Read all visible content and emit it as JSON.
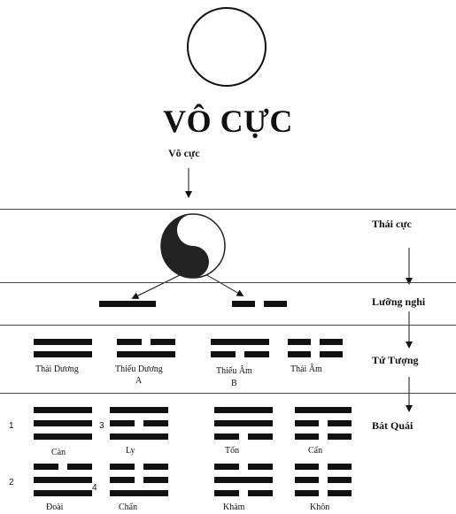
{
  "title": "VÔ CỰC",
  "sections": {
    "vo_cuc": "Vô cực",
    "thai_cuc": "Thái cực",
    "luong_nghi": "Lưỡng nghi",
    "tu_tuong": "Tứ Tượng",
    "bat_quai": "Bát Quái"
  },
  "tu_tuong": [
    {
      "name": "Thái Dương",
      "mark": ""
    },
    {
      "name": "Thiếu Dương",
      "mark": "A"
    },
    {
      "name": "Thiếu Âm",
      "mark": "B"
    },
    {
      "name": "Thái Âm",
      "mark": ""
    }
  ],
  "bat_quai": [
    {
      "name": "Càn",
      "number": "1"
    },
    {
      "name": "Ly",
      "number": "3"
    },
    {
      "name": "Tốn",
      "number": ""
    },
    {
      "name": "Cấn",
      "number": ""
    },
    {
      "name": "Đoài",
      "number": "2"
    },
    {
      "name": "Chấn",
      "number": "4"
    },
    {
      "name": "Khảm",
      "number": ""
    },
    {
      "name": "Khôn",
      "number": ""
    }
  ],
  "colors": {
    "ink": "#111111",
    "line": "#444444"
  }
}
